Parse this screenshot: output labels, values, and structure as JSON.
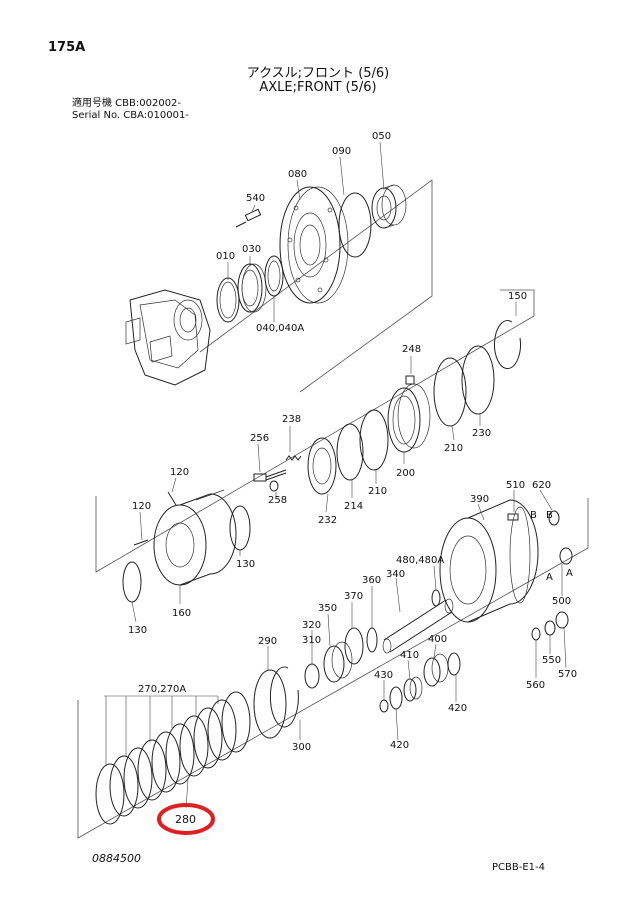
{
  "header": {
    "page_code": "175A",
    "title_jp": "アクスル;フロント (5/6)",
    "title_en": "AXLE;FRONT (5/6)",
    "serial_line1": "適用号機 CBB:002002-",
    "serial_line2": "Serial No. CBA:010001-"
  },
  "footer": {
    "drawing_number": "0884500",
    "sheet_ref": "PCBB-E1-4"
  },
  "highlight": {
    "label": "280",
    "color": "#e02020"
  },
  "parts": {
    "p010": "010",
    "p030": "030",
    "p040": "040,040A",
    "p050": "050",
    "p080": "080",
    "p090": "090",
    "p120a": "120",
    "p120b": "120",
    "p130a": "130",
    "p130b": "130",
    "p150": "150",
    "p160": "160",
    "p200": "200",
    "p210a": "210",
    "p210b": "210",
    "p214": "214",
    "p230": "230",
    "p232": "232",
    "p238": "238",
    "p248": "248",
    "p256": "256",
    "p258": "258",
    "p270": "270,270A",
    "p290": "290",
    "p300": "300",
    "p310": "310",
    "p320": "320",
    "p340": "340",
    "p350": "350",
    "p360": "360",
    "p370": "370",
    "p390": "390",
    "p400": "400",
    "p410": "410",
    "p420a": "420",
    "p420b": "420",
    "p430": "430",
    "p480": "480,480A",
    "p500": "500",
    "p510": "510",
    "p540": "540",
    "p550": "550",
    "p560": "560",
    "p570": "570",
    "p620": "620",
    "refA1": "A",
    "refA2": "A",
    "refB1": "B",
    "refB2": "B"
  }
}
